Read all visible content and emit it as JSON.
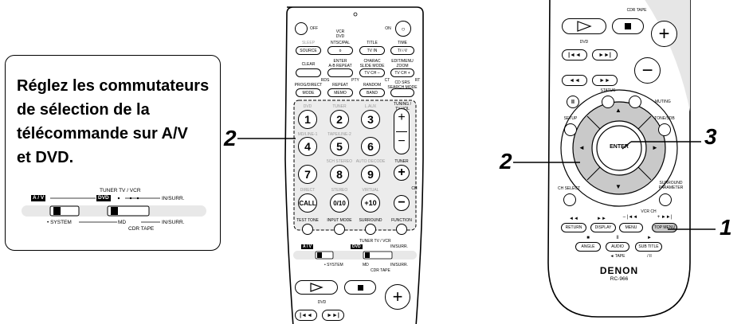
{
  "instruction": {
    "line1": "Réglez les commutateurs",
    "line2": "de sélection de la",
    "line3": "télécommande sur A/V",
    "line4": "et DVD."
  },
  "switch_diagram": {
    "av": "A / V",
    "dvd": "DVD",
    "tuner_tvvcr": "TUNER  TV / VCR",
    "in_surr": "IN/SURR.",
    "system": "• SYSTEM",
    "md": "MD",
    "cdr_tape": "CDR  TAPE"
  },
  "remote_center": {
    "off": "OFF",
    "on": "ON",
    "vcr": "VCR",
    "dvd": "DVD",
    "sleep": "SLEEP",
    "ntscpal": "NTSC/PAL",
    "title": "TITLE",
    "time": "TIME",
    "source": "SOURCE",
    "tv_in": "TV IN",
    "tv": "T/☉V",
    "clear": "CLEAR",
    "enter_ab": "ENTER\nA-B REPEAT",
    "charac": "CHARAC\nSLIDE MODE",
    "edit": "EDIT/MENU\nZOOM",
    "tvch_minus": "TV CH –",
    "tvch_plus": "TV CH +",
    "rds": "RDS",
    "pty": "PTY",
    "ct": "CT",
    "rt": "RT",
    "prog": "PROG/DIRECT",
    "repeat": "REPEAT",
    "random": "RANDOM",
    "cd_srs": "CD SRS\nSEARCH MODE",
    "mode": "MODE",
    "memo": "MEMO",
    "band": "BAND",
    "tuning": "TUNING /\nTV VOL",
    "dvd_lbl": "DVD",
    "tuner_lbl": "TUNER",
    "laux": "L.AUX",
    "md_line1": "MD/LINE-1",
    "tape_line2": "TAPE/LINE-2",
    "n1": "1",
    "n2": "2",
    "n3": "3",
    "n4": "4",
    "n5": "5",
    "n6": "6",
    "n7": "7",
    "n8": "8",
    "n9": "9",
    "ch5": "5CH STEREO",
    "auto": "AUTO DECODE",
    "tuner_r": "TUNER",
    "ch": "CH",
    "direct": "DIRECT",
    "stereo": "STEREO",
    "virtual": "VIRTUAL",
    "call": "CALL",
    "n0": "0/10",
    "n10": "+10",
    "test": "TEST TONE",
    "input": "INPUT MODE",
    "surround": "SURROUND",
    "function": "FUNCTION",
    "sw_av": "A / V",
    "sw_dvd": "DVD",
    "sw_tuner": "TUNER  TV / VCR",
    "sw_in": "IN/SURR.",
    "sw_system": "• SYSTEM",
    "sw_md": "MD",
    "sw_cdr": "CDR  TAPE",
    "dvd_bottom": "DVD",
    "plus": "+"
  },
  "remote_right": {
    "cdr_tape": "CDR  TAPE",
    "dvd": "DVD",
    "status": "STATUS",
    "muting": "MUTING",
    "setup": "SETUP",
    "tone": "TONE/SDB",
    "enter": "ENTER",
    "ch_select": "CH SELECT",
    "surround_param": "SURROUND\nPARAMETER",
    "vcrch": "VCR CH",
    "return": "RETURN",
    "display": "DISPLAY",
    "menu": "MENU",
    "top_menu": "TOP MENU",
    "angle": "ANGLE",
    "audio": "AUDIO",
    "subtitle": "SUB TITLE",
    "tape": "◄ TAPE",
    "ii": "/ II",
    "brand": "DENON",
    "model": "RC-966",
    "plus": "+",
    "minus": "−"
  },
  "callouts": {
    "c2_left": "2",
    "c2_right": "2",
    "c3": "3",
    "c1": "1"
  }
}
